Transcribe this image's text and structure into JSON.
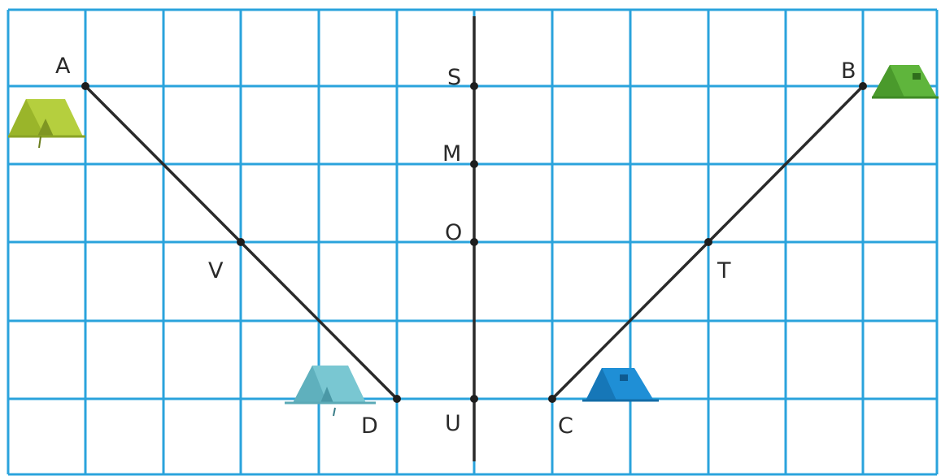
{
  "points": {
    "A": "A",
    "B": "B",
    "C": "C",
    "D": "D",
    "S": "S",
    "M": "M",
    "O": "O",
    "U": "U",
    "V": "V",
    "T": "T"
  },
  "colors": {
    "grid": "#2aa3dc",
    "lines": "#2a2a2a",
    "tent_a": "#b5cf3e",
    "tent_b": "#5fb53c",
    "tent_c": "#1f8fd6",
    "tent_d": "#79c7d2"
  },
  "icons": [
    "tent-icon"
  ]
}
